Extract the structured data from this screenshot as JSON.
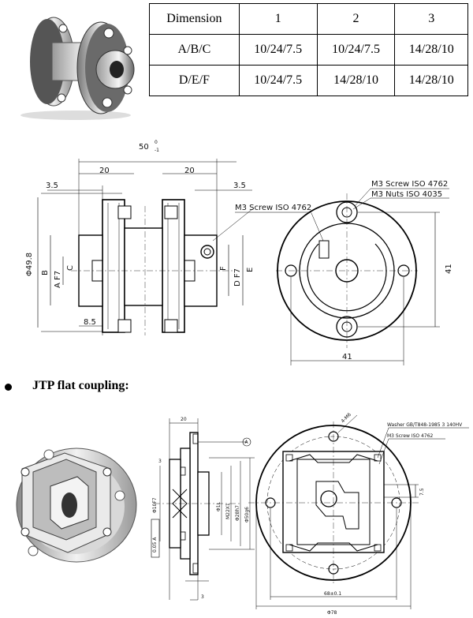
{
  "table": {
    "header": [
      "Dimension",
      "1",
      "2",
      "3"
    ],
    "rows": [
      [
        "A/B/C",
        "10/24/7.5",
        "10/24/7.5",
        "14/28/10"
      ],
      [
        "D/E/F",
        "10/24/7.5",
        "14/28/10",
        "14/28/10"
      ]
    ]
  },
  "drawing1": {
    "overall": "50",
    "overall_tol_upper": "0",
    "overall_tol_lower": "-1",
    "left_len": "20",
    "right_len": "20",
    "left_offset": "3.5",
    "right_offset": "3.5",
    "dia": "Φ49.8",
    "b_label": "B",
    "a_label": "A F7",
    "c_label": "C",
    "bottom_gap": "8.5",
    "d_label": "D F7",
    "f_label": "F",
    "e_label": "E",
    "screw_side": "M3 Screw ISO 4762",
    "screw_front": "M3 Screw ISO 4762",
    "nuts_front": "M3 Nuts ISO 4035",
    "dim_height": "41",
    "dim_width": "41"
  },
  "section2": {
    "heading": "JTP flat coupling:"
  },
  "drawing2": {
    "width": "20",
    "gap": "3",
    "bottom_dim": "3",
    "bore": "Φ10F7",
    "m22": "M22X1",
    "d28": "Φ28h7",
    "d50": "Φ50g6",
    "d1": "Φ1L",
    "tol_box": "0.05 A",
    "holes": "4-M6",
    "washer": "Washer GB/T848-1985 3 140HV",
    "screw": "M3 Screw ISO 4762",
    "side_dim": "7.5",
    "pcd": "68±0.1",
    "od": "Φ78",
    "datum": "A"
  }
}
